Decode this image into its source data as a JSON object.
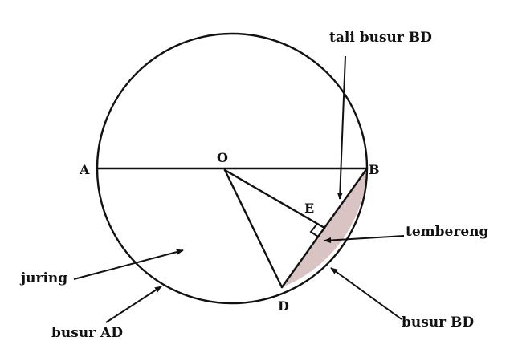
{
  "points": {
    "A": "A",
    "B": "B",
    "O": "O",
    "D": "D",
    "E": "E"
  },
  "labels": {
    "chord": "tali busur BD",
    "segment": "tembereng",
    "sector": "juring",
    "arc_bd": "busur BD",
    "arc_ad": "busur AD"
  },
  "colors": {
    "segment_fill": "#d9c3c3",
    "stroke": "#111111"
  }
}
